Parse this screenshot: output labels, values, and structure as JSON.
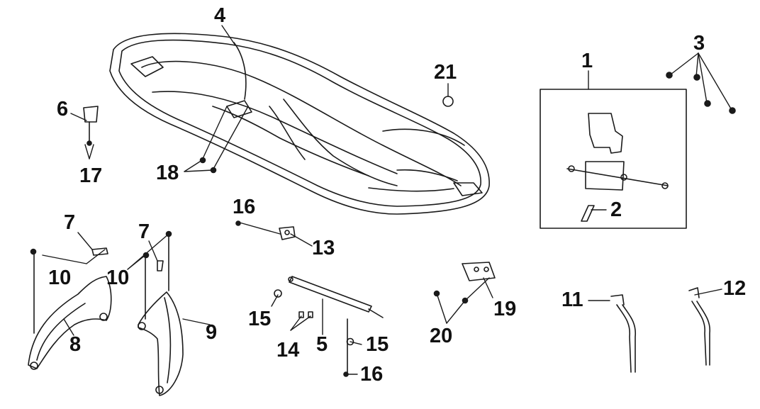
{
  "diagram": {
    "labels": {
      "l1": "1",
      "l2": "2",
      "l3": "3",
      "l4": "4",
      "l5": "5",
      "l6": "6",
      "l7a": "7",
      "l7b": "7",
      "l8": "8",
      "l9": "9",
      "l10a": "10",
      "l10b": "10",
      "l11": "11",
      "l12": "12",
      "l13": "13",
      "l14": "14",
      "l15a": "15",
      "l15b": "15",
      "l16a": "16",
      "l16b": "16",
      "l17": "17",
      "l18": "18",
      "l19": "19",
      "l20": "20",
      "l21": "21"
    },
    "colors": {
      "line": "#1a1a1a",
      "background": "#ffffff"
    }
  }
}
